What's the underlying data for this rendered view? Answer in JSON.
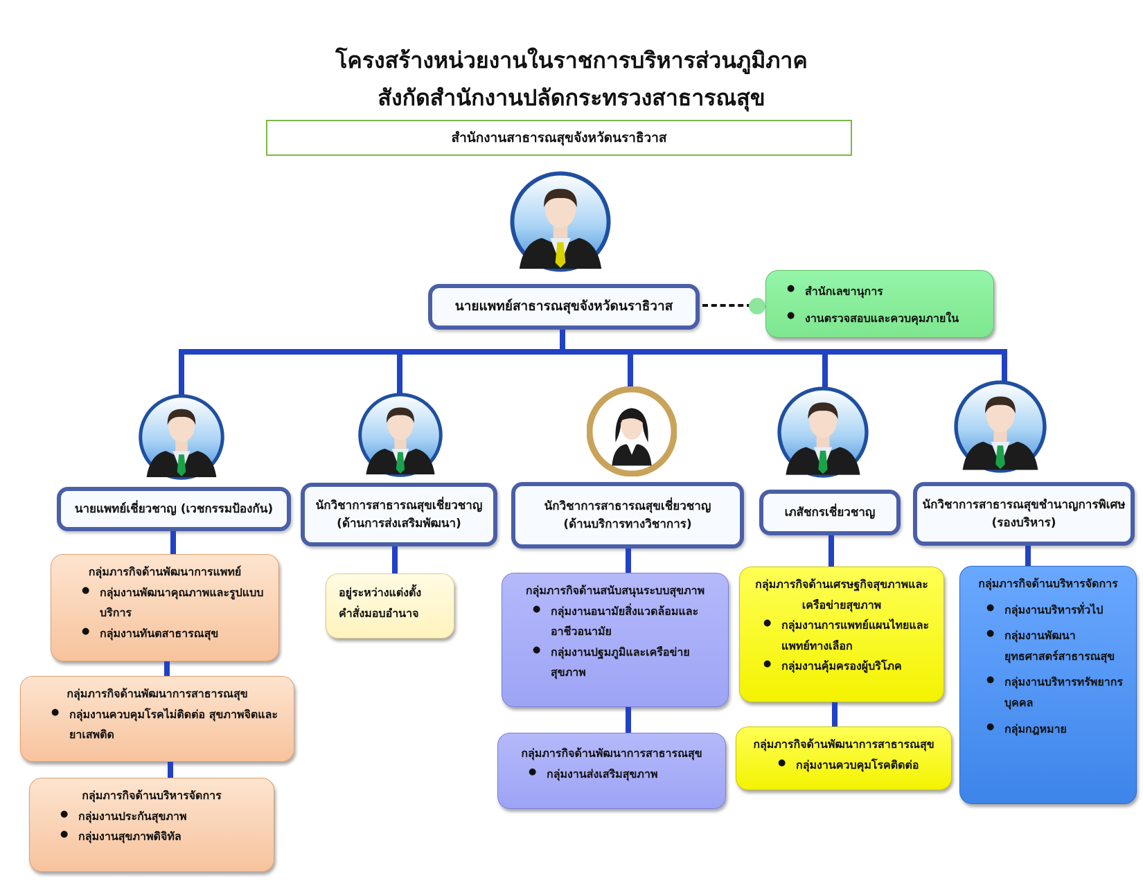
{
  "header": {
    "title_line1": "โครงสร้างหน่วยงานในราชการบริหารส่วนภูมิภาค",
    "title_line2": "สังกัดสำนักงานปลัดกระทรวงสาธารณสุข",
    "organization": "สำนักงานสาธารณสุขจังหวัดนราธิวาส"
  },
  "head": {
    "title": "นายแพทย์สาธารณสุขจังหวัดนราธิวาส",
    "support_units": [
      "สำนักเลขานุการ",
      "งานตรวจสอบและควบคุมภายใน"
    ]
  },
  "divisions": [
    {
      "title_line1": "นายแพทย์เชี่ยวชาญ (เวชกรรมป้องกัน)",
      "groups": [
        {
          "title": "กลุ่มภารกิจด้านพัฒนาการแพทย์",
          "items": [
            "กลุ่มงานพัฒนาคุณภาพและรูปแบบบริการ",
            "กลุ่มงานทันตสาธารณสุข"
          ]
        },
        {
          "title": "กลุ่มภารกิจด้านพัฒนาการสาธารณสุข",
          "items": [
            "กลุ่มงานควบคุมโรคไม่ติดต่อ สุขภาพจิตและยาเสพติด"
          ]
        },
        {
          "title": "กลุ่มภารกิจด้านบริหารจัดการ",
          "items": [
            "กลุ่มงานประกันสุขภาพ",
            "กลุ่มงานสุขภาพดิจิทัล"
          ]
        }
      ]
    },
    {
      "title_line1": "นักวิชาการสาธารณสุขเชี่ยวชาญ",
      "title_line2": "(ด้านการส่งเสริมพัฒนา)",
      "pending_line1": "อยู่ระหว่างแต่งตั้ง",
      "pending_line2": "คำสั่งมอบอำนาจ"
    },
    {
      "title_line1": "นักวิชาการสาธารณสุขเชี่ยวชาญ",
      "title_line2": "(ด้านบริการทางวิชาการ)",
      "groups": [
        {
          "title": "กลุ่มภารกิจด้านสนับสนุนระบบสุขภาพ",
          "items": [
            "กลุ่มงานอนามัยสิ่งแวดล้อมและอาชีวอนามัย",
            "กลุ่มงานปฐมภูมิและเครือข่ายสุขภาพ"
          ]
        },
        {
          "title": "กลุ่มภารกิจด้านพัฒนาการสาธารณสุข",
          "items": [
            "กลุ่มงานส่งเสริมสุขภาพ"
          ]
        }
      ]
    },
    {
      "title_line1": "เภสัชกรเชี่ยวชาญ",
      "groups": [
        {
          "title": "กลุ่มภารกิจด้านเศรษฐกิจสุขภาพและเครือข่ายสุขภาพ",
          "items": [
            "กลุ่มงานการแพทย์แผนไทยและแพทย์ทางเลือก",
            "กลุ่มงานคุ้มครองผู้บริโภค"
          ]
        },
        {
          "title": "กลุ่มภารกิจด้านพัฒนาการสาธารณสุข",
          "items": [
            "กลุ่มงานควบคุมโรคติดต่อ"
          ]
        }
      ]
    },
    {
      "title_line1": "นักวิชาการสาธารณสุขชำนาญการพิเศษ",
      "title_line2": "(รองบริหาร)",
      "groups": [
        {
          "title": "กลุ่มภารกิจด้านบริหารจัดการ",
          "items": [
            "กลุ่มงานบริหารทั่วไป",
            "กลุ่มงานพัฒนายุทธศาสตร์สาธารณสุข",
            "กลุ่มงานบริหารทรัพยากรบุคคล",
            "กลุ่มกฎหมาย"
          ]
        }
      ]
    }
  ],
  "colors": {
    "connector": "#2142c4",
    "position_border": "#4a5fa8",
    "peach": "#f9cfae",
    "purple": "#a4a9f7",
    "yellow": "#f7f600",
    "blue": "#4a8ef0",
    "green": "#86eb98",
    "cream": "#fff6cc"
  },
  "icons": {
    "head": "male-avatar-icon",
    "division_1": "male-avatar-icon",
    "division_2": "male-avatar-icon",
    "division_3": "female-avatar-icon",
    "division_4": "male-avatar-icon",
    "division_5": "male-avatar-icon"
  }
}
